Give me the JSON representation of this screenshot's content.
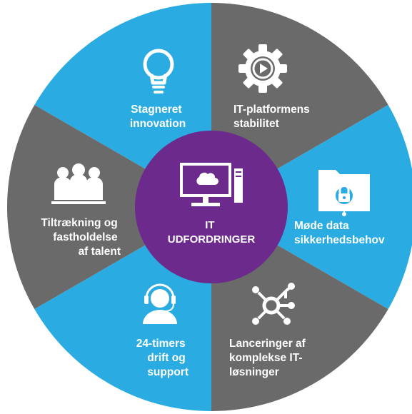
{
  "colors": {
    "blue": "#2aace2",
    "gray": "#6a6a6a",
    "purple": "#6c2a8d",
    "white": "#ffffff"
  },
  "center": {
    "icon": "monitor-cloud-icon",
    "line1": "IT",
    "line2": "UDFORDRINGER"
  },
  "segments": [
    {
      "id": "innovation",
      "color": "blue",
      "icon": "lightbulb-icon",
      "lines": [
        "Stagneret",
        "innovation"
      ]
    },
    {
      "id": "platform",
      "color": "gray",
      "icon": "gear-play-icon",
      "lines": [
        "IT-platformens",
        "stabilitet"
      ]
    },
    {
      "id": "security",
      "color": "blue",
      "icon": "folder-lock-icon",
      "lines": [
        "Møde data",
        "sikkerhedsbehov"
      ]
    },
    {
      "id": "launch",
      "color": "gray",
      "icon": "network-nodes-icon",
      "lines": [
        "Lanceringer af",
        "komplekse IT-",
        "løsninger"
      ]
    },
    {
      "id": "support",
      "color": "blue",
      "icon": "headset-agent-icon",
      "lines": [
        "24-timers",
        "drift og",
        "support"
      ]
    },
    {
      "id": "talent",
      "color": "gray",
      "icon": "people-group-icon",
      "lines": [
        "Tiltrækning og",
        "fastholdelse",
        "af talent"
      ]
    }
  ]
}
